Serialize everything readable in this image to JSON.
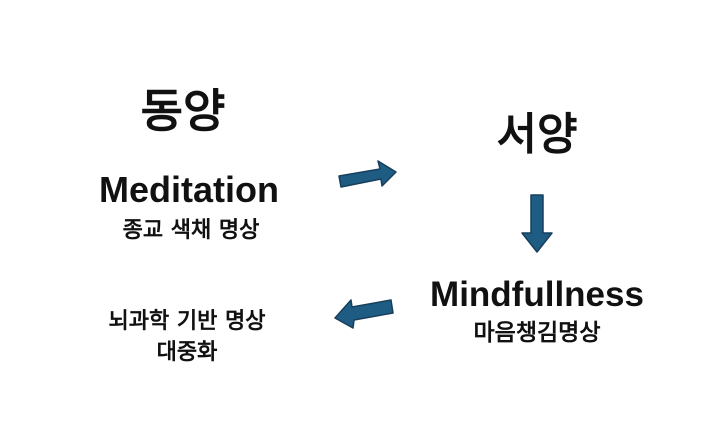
{
  "east": {
    "title": "동양",
    "term": "Meditation",
    "description": "종교 색채 명상"
  },
  "west": {
    "title": "서양",
    "term": "Mindfullness",
    "description": "마음챙김명상"
  },
  "science": {
    "line1": "뇌과학 기반 명상",
    "line2": "대중화"
  },
  "colors": {
    "arrow_fill": "#1f5c84",
    "arrow_stroke": "#173f5c",
    "text": "#111111",
    "background": "#ffffff"
  }
}
